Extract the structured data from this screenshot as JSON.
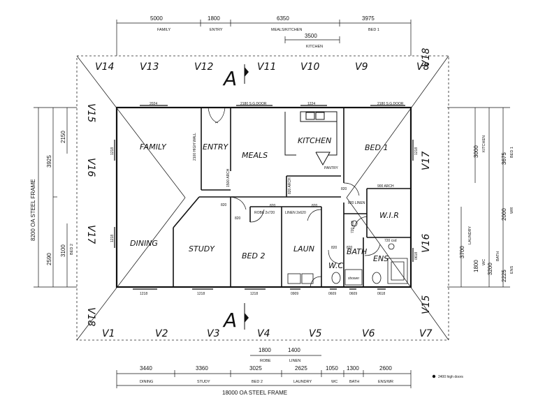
{
  "rooms": {
    "family": "FAMILY",
    "entry": "ENTRY",
    "meals": "MEALS",
    "kitchen": "KITCHEN",
    "bed1": "BED 1",
    "dining": "DINING",
    "study": "STUDY",
    "bed2": "BED 2",
    "laun": "LAUN",
    "wc": "W.C",
    "bath": "BATH",
    "ens": "ENS",
    "wir": "W.I.R",
    "pantry": "PANTRY",
    "shower": "shower"
  },
  "section_mark": "A",
  "top_dims": {
    "seg1": {
      "value": "5000",
      "label": "FAMILY"
    },
    "seg2": {
      "value": "1800",
      "label": "ENTRY"
    },
    "seg3": {
      "value": "6350",
      "label": "MEALS/KITCHEN"
    },
    "seg4": {
      "value": "3975",
      "label": "BED 1"
    },
    "kitchen": {
      "value": "3500",
      "label": "KITCHEN"
    }
  },
  "bottom_dims": {
    "segments": [
      {
        "value": "3440",
        "label": "DINING"
      },
      {
        "value": "3360",
        "label": "STUDY"
      },
      {
        "value": "3025",
        "label": "BED 2"
      },
      {
        "value": "2625",
        "label": "LAUNDRY"
      },
      {
        "value": "1050",
        "label": "WC"
      },
      {
        "value": "1300",
        "label": "BATH"
      },
      {
        "value": "2600",
        "label": "ENS/WR"
      }
    ],
    "robe": {
      "value": "1800",
      "label": "ROBE"
    },
    "linen": {
      "value": "1400",
      "label": "LINEN"
    },
    "overall": "18000 OA STEEL FRAME"
  },
  "left_dims": {
    "overall": "8200 OA STEEL FRAME",
    "d3925": "3925",
    "d2150": "2150",
    "d2590": "2590",
    "d3100": "3100",
    "bed2": "BED 2"
  },
  "right_dims": {
    "d3000": "3000",
    "kitchen": "KITCHEN",
    "d3675": "3675",
    "bed1": "BED 1",
    "d2000": "2000",
    "wr": "WR",
    "d3700": "3700",
    "laundry": "LAUNDRY",
    "d1800": "1800",
    "wc": "WC",
    "d3200": "3200",
    "bath": "BATH",
    "d2225": "2225",
    "ens": "ENS"
  },
  "windows_top": {
    "w2024": "2024",
    "w2180a": "2180 S.G.DOOR",
    "w1224": "1224",
    "w2180b": "2180 S.G.DOOR"
  },
  "windows_bottom": [
    "1218",
    "1218",
    "1218",
    "0909",
    "0609",
    "0609",
    "0618"
  ],
  "windows_side": {
    "l1": "1218",
    "l2": "1218",
    "r1": "1218",
    "r2": "0618"
  },
  "notes": {
    "high_wall": "2100 HIGH WALL",
    "arch1500": "1500 ARCH",
    "arch820": "820 ARCH",
    "arch900": "900 ARCH",
    "robe": "ROBE 2x720",
    "linen": "LINEN 2x620",
    "linen820": "820 LINEN",
    "csd720a": "720 csd",
    "csd720b": "720 csd",
    "legend": "2400 high doors"
  },
  "doors": {
    "d820a": "820",
    "d820b": "820",
    "d820c": "820",
    "d820d": "820",
    "d820e": "820",
    "d820f": "820",
    "d820g": "820"
  },
  "v_labels": {
    "top": [
      "V14",
      "V13",
      "V12",
      "V11",
      "V10",
      "V9",
      "V8"
    ],
    "bottom": [
      "V1",
      "V2",
      "V3",
      "V4",
      "V5",
      "V6",
      "V7"
    ],
    "left": [
      "V15",
      "V16",
      "V17",
      "V18"
    ],
    "right": [
      "V18",
      "V17",
      "V16",
      "V15"
    ]
  }
}
